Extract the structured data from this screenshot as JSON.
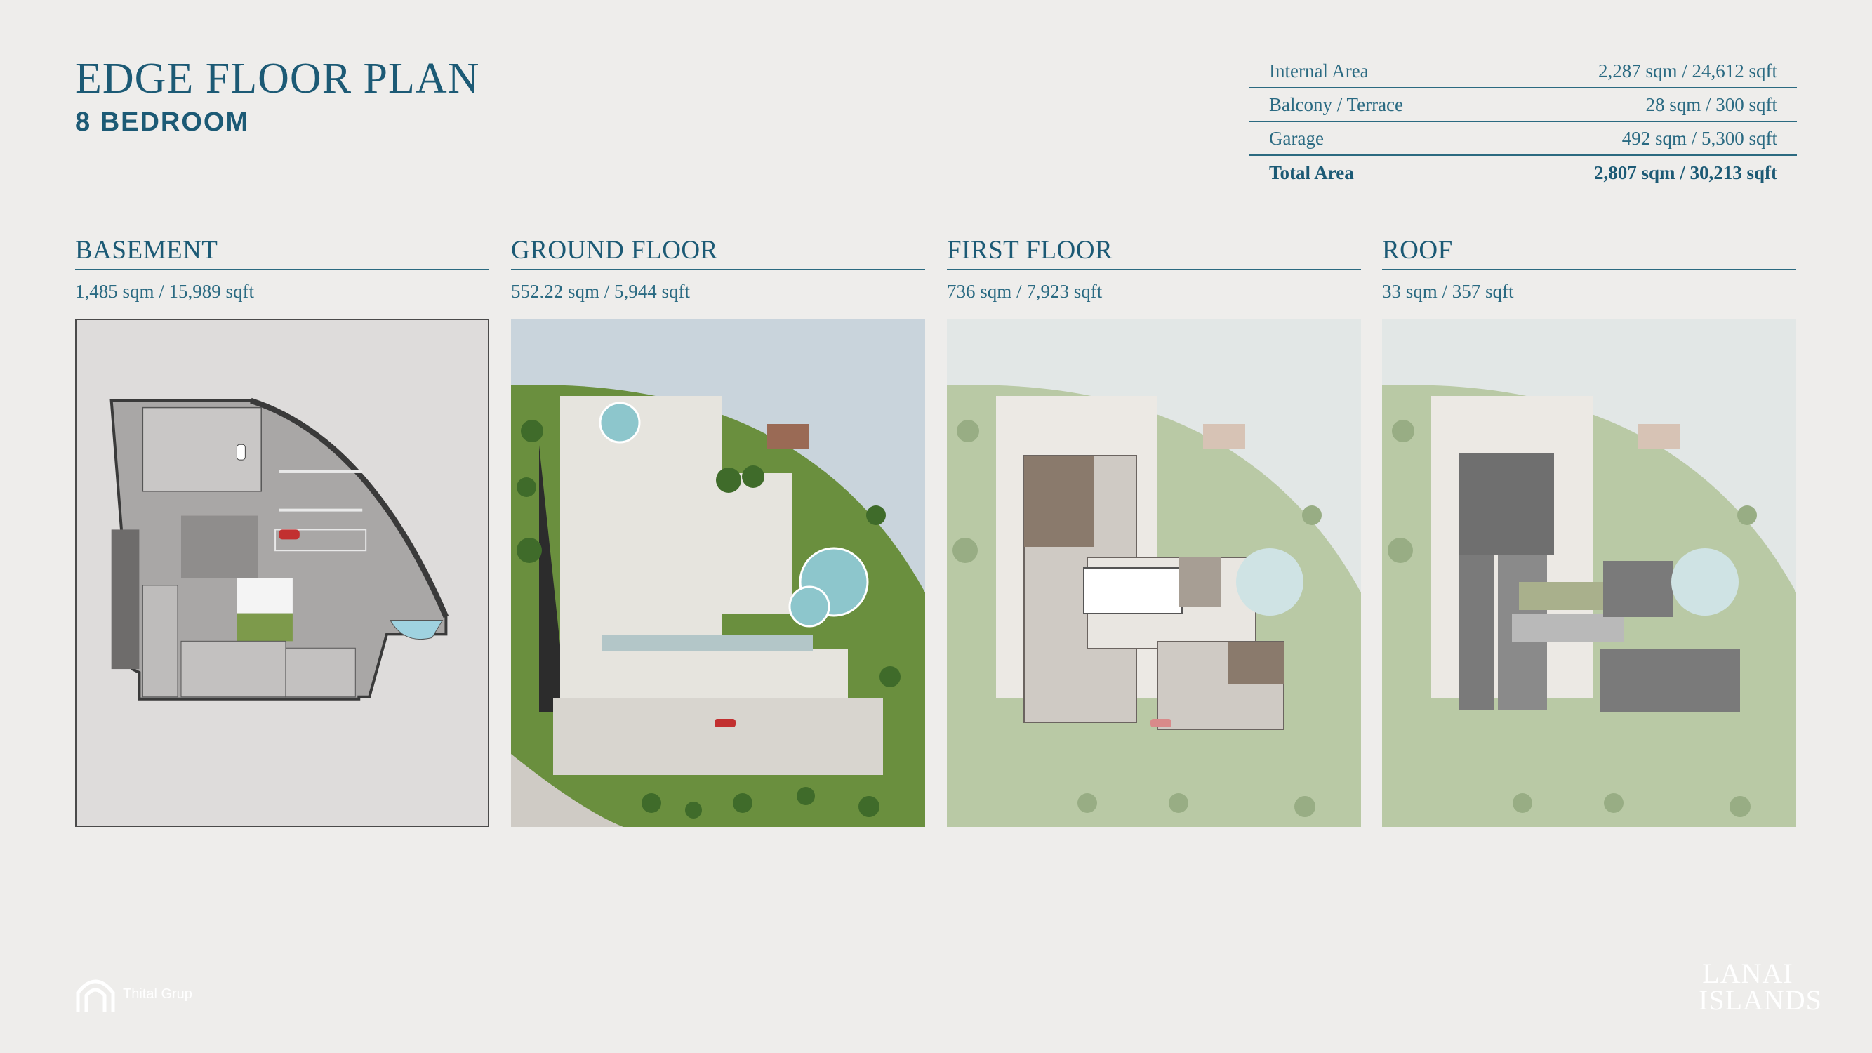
{
  "header": {
    "title": "EDGE FLOOR PLAN",
    "subtitle": "8 BEDROOM"
  },
  "areas": [
    {
      "label": "Internal Area",
      "value": "2,287 sqm / 24,612 sqft"
    },
    {
      "label": "Balcony / Terrace",
      "value": "28 sqm / 300 sqft"
    },
    {
      "label": "Garage",
      "value": "492 sqm / 5,300 sqft"
    },
    {
      "label": "Total Area",
      "value": "2,807 sqm / 30,213 sqft"
    }
  ],
  "floors": [
    {
      "name": "BASEMENT",
      "area": "1,485 sqm / 15,989 sqft"
    },
    {
      "name": "GROUND FLOOR",
      "area": "552.22 sqm / 5,944 sqft"
    },
    {
      "name": "FIRST FLOOR",
      "area": "736 sqm / 7,923 sqft"
    },
    {
      "name": "ROOF",
      "area": "33 sqm / 357 sqft"
    }
  ],
  "footer": {
    "left_logo": "Thital Grup",
    "right_logo_line1": "LANAI",
    "right_logo_line2": "ISLANDS"
  },
  "colors": {
    "background": "#eeedeb",
    "brand": "#1c5a75",
    "water": "#c9d4dc",
    "lawn": "#6a8f3e"
  }
}
